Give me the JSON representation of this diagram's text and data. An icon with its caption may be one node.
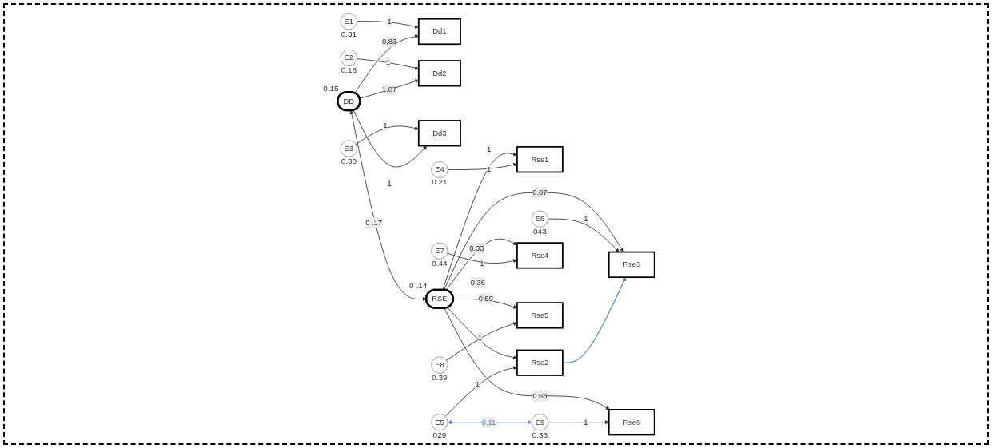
{
  "diagram": {
    "nodes": [
      {
        "text": [
          "E1"
        ],
        "beside": [
          "0.31"
        ]
      },
      {
        "text": [
          "E2"
        ],
        "beside": [
          "0.18"
        ]
      },
      {
        "text": [
          "E3"
        ],
        "beside": [
          "0.30"
        ]
      },
      {
        "text": [
          "Dd1"
        ]
      },
      {
        "text": [
          "Dd2"
        ]
      },
      {
        "text": [
          "Dd3"
        ]
      },
      {
        "text": [
          "DD"
        ],
        "beside": [
          "0.15"
        ]
      },
      {
        "text": [
          "RSE"
        ],
        "beside": [
          "0 .14"
        ]
      },
      {
        "text": [
          "Rse1"
        ]
      },
      {
        "text": [
          "Rse2"
        ]
      },
      {
        "text": [
          "Rse3"
        ]
      },
      {
        "text": [
          "Rse4"
        ]
      },
      {
        "text": [
          "Rse5"
        ]
      },
      {
        "text": [
          "Rse6"
        ]
      },
      {
        "text": [
          "E4"
        ],
        "beside": [
          "0.21"
        ]
      },
      {
        "text": [
          "E5"
        ],
        "beside": [
          "029"
        ]
      },
      {
        "text": [
          "E6"
        ],
        "beside": [
          "043"
        ]
      },
      {
        "text": [
          "E7"
        ],
        "beside": [
          "0.44"
        ]
      },
      {
        "text": [
          "E8"
        ],
        "beside": [
          "0.39"
        ]
      },
      {
        "text": [
          "E9"
        ],
        "beside": [
          "0.33"
        ]
      }
    ],
    "edges": [
      {
        "from": 0,
        "to": 3,
        "arrow": "to",
        "label": "1"
      },
      {
        "from": 1,
        "to": 4,
        "arrow": "to",
        "label": "1"
      },
      {
        "from": 2,
        "to": 5,
        "arrow": "to",
        "label": "1"
      },
      {
        "from": 6,
        "to": 3,
        "arrow": "to",
        "label": "0,83"
      },
      {
        "from": 6,
        "to": 4,
        "arrow": "to",
        "label": "1.07"
      },
      {
        "from": 6,
        "to": 5,
        "arrow": "to",
        "label": "1"
      },
      {
        "from": 6,
        "to": 7,
        "arrow": "both",
        "label": "0 .17"
      },
      {
        "from": 7,
        "to": 8,
        "arrow": "to",
        "label": "1"
      },
      {
        "from": 7,
        "to": 9,
        "arrow": "to",
        "label": "0.36"
      },
      {
        "from": 7,
        "to": 10,
        "arrow": "to",
        "label": "0.87"
      },
      {
        "from": 7,
        "to": 11,
        "arrow": "to",
        "label": "0.33"
      },
      {
        "from": 7,
        "to": 12,
        "arrow": "to",
        "label": "0.59"
      },
      {
        "from": 7,
        "to": 13,
        "arrow": "to",
        "label": "0.68"
      },
      {
        "from": 14,
        "to": 8,
        "arrow": "to",
        "label": "1"
      },
      {
        "from": 15,
        "to": 9,
        "arrow": "to",
        "label": "1"
      },
      {
        "from": 16,
        "to": 10,
        "arrow": "to",
        "label": "1"
      },
      {
        "from": 17,
        "to": 11,
        "arrow": "to",
        "label": "1"
      },
      {
        "from": 18,
        "to": 12,
        "arrow": "to",
        "label": "1"
      },
      {
        "from": 19,
        "to": 13,
        "arrow": "to",
        "label": "1"
      },
      {
        "from": 9,
        "to": 10,
        "arrow": "to",
        "color": "#4f81bd"
      },
      {
        "from": 15,
        "to": 19,
        "arrow": "both",
        "label": "0.11",
        "color": "#4f81bd"
      }
    ]
  }
}
